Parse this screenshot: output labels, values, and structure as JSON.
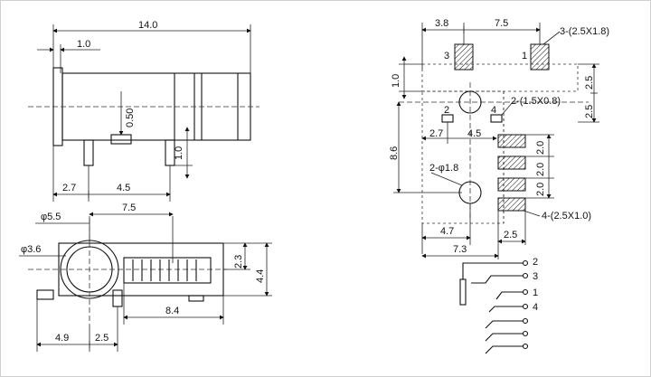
{
  "side_view": {
    "overall_length": "14.0",
    "flange_thickness": "1.0",
    "pin_offset": "0.50",
    "pin_height": "1.0",
    "pin_spacing_a": "2.7",
    "pin_spacing_b": "4.5"
  },
  "front_view": {
    "outer_diameter": "φ5.5",
    "hole_to_body": "7.5",
    "inner_diameter": "φ3.6",
    "height_a": "2.3",
    "height_b": "4.4",
    "body_length": "8.4",
    "bottom_a": "4.9",
    "bottom_b": "2.5"
  },
  "footprint": {
    "top_a": "3.8",
    "top_b": "7.5",
    "pad_note_top": "3-(2.5X1.8)",
    "pad_label_3": "3",
    "pad_label_1": "1",
    "left_1_0": "1.0",
    "right_2_5_a": "2.5",
    "right_2_5_b": "2.5",
    "hole_note": "2-(1.5X0.8)",
    "pad_label_2": "2",
    "pad_label_4": "4",
    "dim_2_7": "2.7",
    "dim_4_5": "4.5",
    "dim_8_6": "8.6",
    "peg_note": "2-φ1.8",
    "pitch_a": "2.0",
    "pitch_b": "2.0",
    "pitch_c": "2.0",
    "pad_note_bottom": "4-(2.5X1.0)",
    "dim_4_7": "4.7",
    "dim_7_3": "7.3",
    "dim_2_5_bottom": "2.5"
  },
  "schematic": {
    "pins": [
      "2",
      "3",
      "1",
      "4"
    ]
  }
}
